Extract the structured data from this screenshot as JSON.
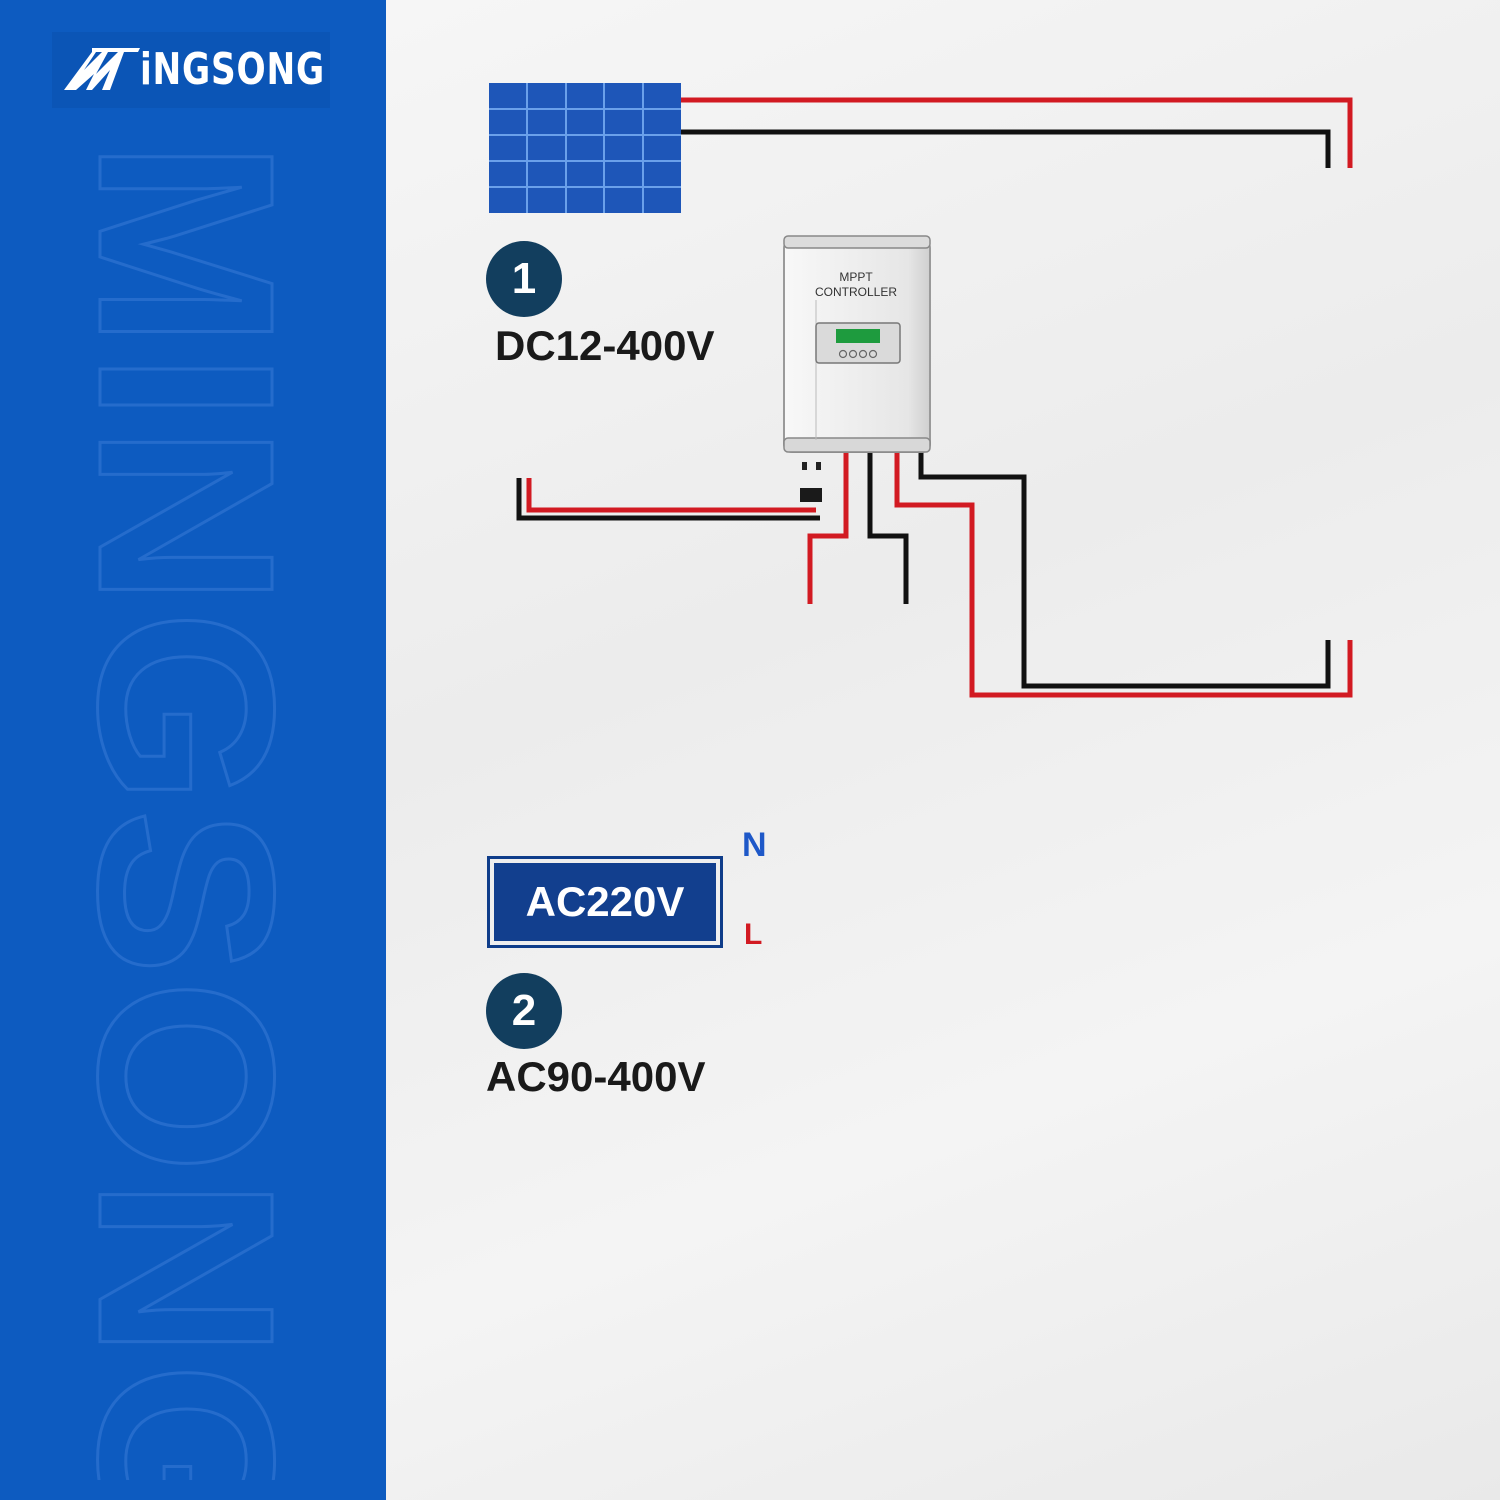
{
  "brand": {
    "name": "MINGSONG",
    "display": "iNGSONG",
    "watermark": "MINGSONG"
  },
  "diagram1": {
    "step": "1",
    "voltage": "DC12-400V",
    "controller_label": "MPPT CONTROLLER"
  },
  "diagram2": {
    "step": "2",
    "voltage": "AC90-400V",
    "source": "AC220V",
    "neutral_label": "N",
    "live_label": "L"
  },
  "colors": {
    "sidebar": "#0d5bc0",
    "step_badge": "#123e5e",
    "wire_positive": "#d21a22",
    "wire_negative": "#111111",
    "wire_neutral": "#1e58c8",
    "bulb": "#f6e43a"
  },
  "icons": [
    "brand-logo-icon",
    "solar-panel-icon",
    "mppt-controller-icon",
    "battery-icon",
    "bulb-icon",
    "dc-breaker-box-icon",
    "ac-breaker-box-icon"
  ]
}
